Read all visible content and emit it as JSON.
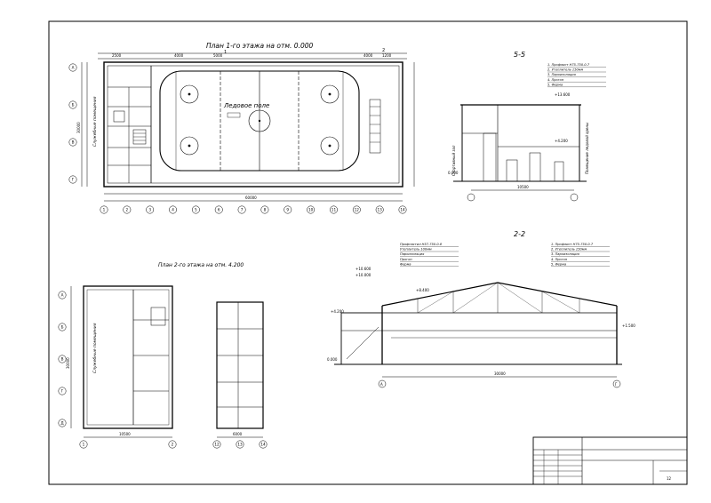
{
  "plan1": {
    "title": "План 1-го этажа на отм. 0.000",
    "rink_label": "Ледовое поле",
    "room_label": "Служебные помещения",
    "dim_total": "60000",
    "dim_height": "30000",
    "dim_left": "4000",
    "dim_right": "4000",
    "dim_2": "5000",
    "dim_3": "1200",
    "dim_4": "2500",
    "grid_top": [
      "1",
      "2",
      "3",
      "4",
      "5",
      "6",
      "7",
      "8",
      "9",
      "10",
      "11",
      "12",
      "13",
      "14"
    ],
    "grid_left": [
      "А",
      "Б",
      "В",
      "Г"
    ],
    "mark_1": "1",
    "mark_2": "2"
  },
  "plan2": {
    "title": "План 2-го этажа на отм. 4.200",
    "room_label": "Служебные помещения",
    "dim_a": "10500",
    "dim_b": "6000",
    "dim_c": "30000",
    "grid_bottom_left": [
      "1",
      "2"
    ],
    "grid_bottom_right": [
      "12",
      "13",
      "14"
    ],
    "grid_left": [
      "А",
      "Б",
      "В",
      "Г",
      "Д"
    ]
  },
  "section55": {
    "title": "5-5",
    "level_1": "+13.600",
    "level_2": "+4.200",
    "level_3": "0.000",
    "left_label": "Спортивный зал",
    "right_label": "Помещение ледовой арены",
    "dim": "10500",
    "layers": [
      "1. Профлист Н75-750-0.7",
      "2. Утеплитель 150мм",
      "3. Пароизоляция",
      "4. Прогон",
      "5. Ферма"
    ]
  },
  "section22": {
    "title": "2-2",
    "level_1": "+10.600",
    "level_2": "+10.000",
    "level_3": "+8.400",
    "level_4": "+4.200",
    "level_5": "+1.500",
    "level_6": "0.000",
    "dim": "30000",
    "layers_left": [
      "Профнастил Н57-750-0.8",
      "Утеплитель 100мм",
      "Пароизоляция",
      "Прогон",
      "Ферма"
    ],
    "layers_right": [
      "1. Профлист Н75-750-0.7",
      "2. Утеплитель 150мм",
      "3. Пароизоляция",
      "4. Прогон",
      "5. Ферма"
    ],
    "grid": [
      "А",
      "Г"
    ]
  },
  "stamp": {
    "sheet": "12"
  }
}
